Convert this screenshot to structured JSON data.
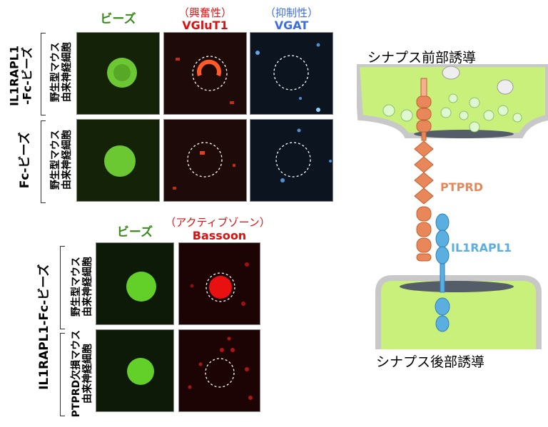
{
  "top_figure": {
    "columns": [
      {
        "label": "ビーズ",
        "sub": "",
        "color": "#3a8a1a"
      },
      {
        "label": "（興奮性）",
        "sub": "VGluT1",
        "color": "#e01010"
      },
      {
        "label": "（抑制性）",
        "sub": "VGAT",
        "color": "#3a6ee8"
      }
    ],
    "rows": [
      {
        "group": [
          "IL1RAPL1",
          "-Fc-ビーズ"
        ],
        "cells": [
          "野生型マウス",
          "由来神経細胞"
        ]
      },
      {
        "group": [
          "Fc-ビーズ"
        ],
        "cells": [
          "野生型マウス",
          "由来神経細胞"
        ]
      }
    ]
  },
  "bottom_figure": {
    "columns": [
      {
        "label": "ビーズ",
        "sub": "",
        "color": "#3a8a1a"
      },
      {
        "label": "（アクティブゾーン）",
        "sub": "Bassoon",
        "color": "#e01010"
      }
    ],
    "group": "IL1RAPL1-Fc-ビーズ",
    "rows": [
      {
        "cells": [
          "野生型マウス",
          "由来神経細胞"
        ]
      },
      {
        "cells": [
          "PTPRD欠損マウス",
          "由来神経細胞"
        ]
      }
    ]
  },
  "diagram": {
    "pre_label": "シナプス前部誘導",
    "post_label": "シナプス後部誘導",
    "ptprd_label": "PTPRD",
    "il1rapl1_label": "IL1RAPL1",
    "colors": {
      "ptprd": "#e8875a",
      "il1rapl1": "#5aaee0",
      "cell": "#c8f07a",
      "membrane": "#c8c8c8"
    }
  }
}
